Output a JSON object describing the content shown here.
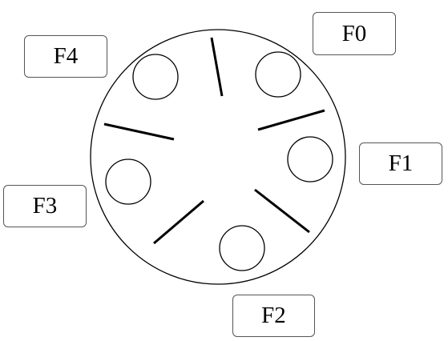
{
  "labels": {
    "f0": "F0",
    "f1": "F1",
    "f2": "F2",
    "f3": "F3",
    "f4": "F4"
  },
  "colors": {
    "stroke": "#000000",
    "box_border": "#555555",
    "background": "#ffffff"
  }
}
